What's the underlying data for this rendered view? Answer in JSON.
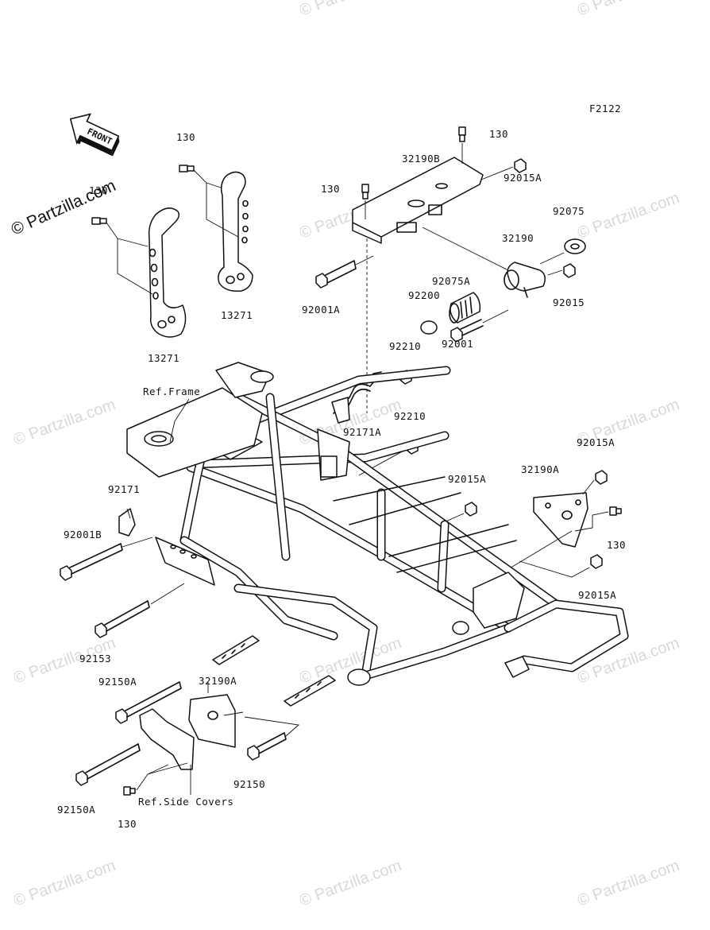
{
  "diagram": {
    "figure_code": "F2122",
    "front_arrow_text": "FRONT",
    "copyright": "© Partzilla.com",
    "watermark_text": "© Partzilla.com",
    "notes": {
      "ref_frame": "Ref.Frame",
      "ref_side_covers": "Ref.Side Covers"
    },
    "labels": [
      {
        "id": "l01",
        "text": "130"
      },
      {
        "id": "l02",
        "text": "130"
      },
      {
        "id": "l03",
        "text": "13271"
      },
      {
        "id": "l04",
        "text": "13271"
      },
      {
        "id": "l05",
        "text": "130"
      },
      {
        "id": "l06",
        "text": "32190B"
      },
      {
        "id": "l07",
        "text": "130"
      },
      {
        "id": "l08",
        "text": "92015A"
      },
      {
        "id": "l09",
        "text": "92075"
      },
      {
        "id": "l10",
        "text": "32190"
      },
      {
        "id": "l11",
        "text": "92075A"
      },
      {
        "id": "l12",
        "text": "92015"
      },
      {
        "id": "l13",
        "text": "92001A"
      },
      {
        "id": "l14",
        "text": "92200"
      },
      {
        "id": "l15",
        "text": "92001"
      },
      {
        "id": "l16",
        "text": "92210"
      },
      {
        "id": "l17",
        "text": "92210"
      },
      {
        "id": "l18",
        "text": "92171A"
      },
      {
        "id": "l19",
        "text": "92015A"
      },
      {
        "id": "l20",
        "text": "32190A"
      },
      {
        "id": "l21",
        "text": "92015A"
      },
      {
        "id": "l22",
        "text": "130"
      },
      {
        "id": "l23",
        "text": "92015A"
      },
      {
        "id": "l24",
        "text": "92171"
      },
      {
        "id": "l25",
        "text": "92001B"
      },
      {
        "id": "l26",
        "text": "92153"
      },
      {
        "id": "l27",
        "text": "92150A"
      },
      {
        "id": "l28",
        "text": "32190A"
      },
      {
        "id": "l29",
        "text": "92150"
      },
      {
        "id": "l30",
        "text": "92150A"
      },
      {
        "id": "l31",
        "text": "130"
      }
    ]
  }
}
